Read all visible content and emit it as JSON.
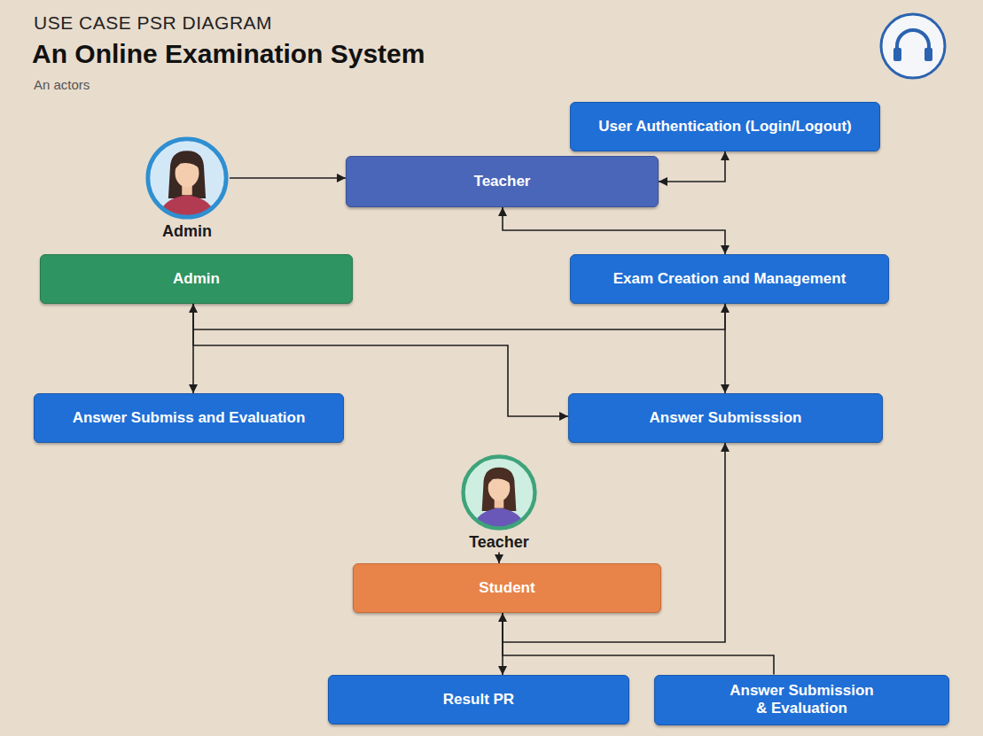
{
  "diagram": {
    "title": "An Online Examination System",
    "nodes": [
      {
        "text": [
          "User Authentication (Login/Logout)"
        ]
      },
      {
        "text": [
          "Admin"
        ]
      },
      {
        "text": [
          "Teacher"
        ]
      },
      {
        "text": [
          "Admin"
        ]
      },
      {
        "text": [
          "Exam Creation and Management"
        ]
      },
      {
        "text": [
          "Answer Submiss and Evaluation"
        ]
      },
      {
        "text": [
          "Answer Submisssion"
        ]
      },
      {
        "text": [
          "Teacher"
        ]
      },
      {
        "text": [
          "Student"
        ]
      },
      {
        "text": [
          "Result PR"
        ]
      },
      {
        "text": [
          "Answer Submission & Evaluation"
        ]
      }
    ],
    "edges": [
      {
        "from": 1,
        "to": 2,
        "arrow": "to"
      },
      {
        "from": 0,
        "to": 2,
        "arrow": "both"
      },
      {
        "from": 2,
        "to": 4,
        "arrow": "both"
      },
      {
        "from": 4,
        "to": 3,
        "arrow": "to"
      },
      {
        "from": 4,
        "to": 6,
        "arrow": "both"
      },
      {
        "from": 3,
        "to": 5,
        "arrow": "to"
      },
      {
        "from": 3,
        "to": 6,
        "arrow": "to"
      },
      {
        "from": 7,
        "to": 8,
        "arrow": "to"
      },
      {
        "from": 8,
        "to": 9,
        "arrow": "both"
      },
      {
        "from": 8,
        "to": 10,
        "arrow": "none"
      },
      {
        "from": 8,
        "to": 6,
        "arrow": "to"
      }
    ],
    "labels": [
      "USE CASE PSR DIAGRAM",
      "An actors"
    ]
  }
}
